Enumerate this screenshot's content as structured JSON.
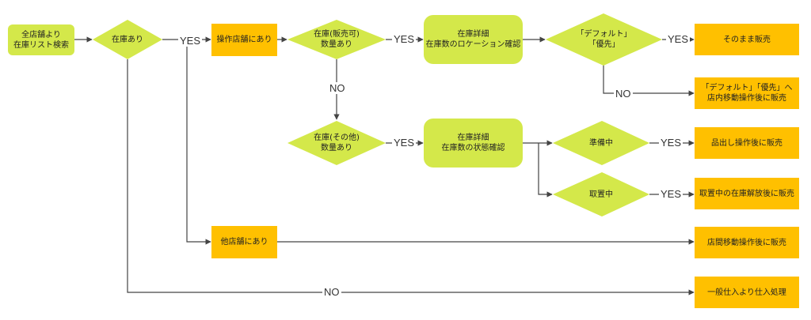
{
  "colors": {
    "lime": "#d4e84a",
    "orange": "#ffc000",
    "line": "#444444"
  },
  "nodes": {
    "start": "全店舗より\n在庫リスト検索",
    "d_stock": "在庫あり",
    "op_store": "操作店舗にあり",
    "d_sellable": "在庫(販売可)\n数量あり",
    "detail_loc": "在庫詳細\n在庫数のロケーション確認",
    "d_default": "「デフォルト」\n「優先」",
    "sell_asis": "そのまま販売",
    "move_sell": "「デフォルト」「優先」へ\n店内移動操作後に販売",
    "d_other": "在庫(その他)\n数量あり",
    "detail_state": "在庫詳細\n在庫数の状態確認",
    "d_prep": "準備中",
    "pick_sell": "品出し操作後に販売",
    "d_hold": "取置中",
    "release_sell": "取置中の在庫解放後に販売",
    "other_store": "他店舗にあり",
    "transfer_sell": "店間移動操作後に販売",
    "purchase": "一般仕入より仕入処理"
  },
  "edges": {
    "stock_yes": "YES",
    "sellable_yes": "YES",
    "sellable_no": "NO",
    "default_yes": "YES",
    "default_no": "NO",
    "other_yes": "YES",
    "prep_yes": "YES",
    "hold_yes": "YES",
    "stock_no": "NO"
  }
}
